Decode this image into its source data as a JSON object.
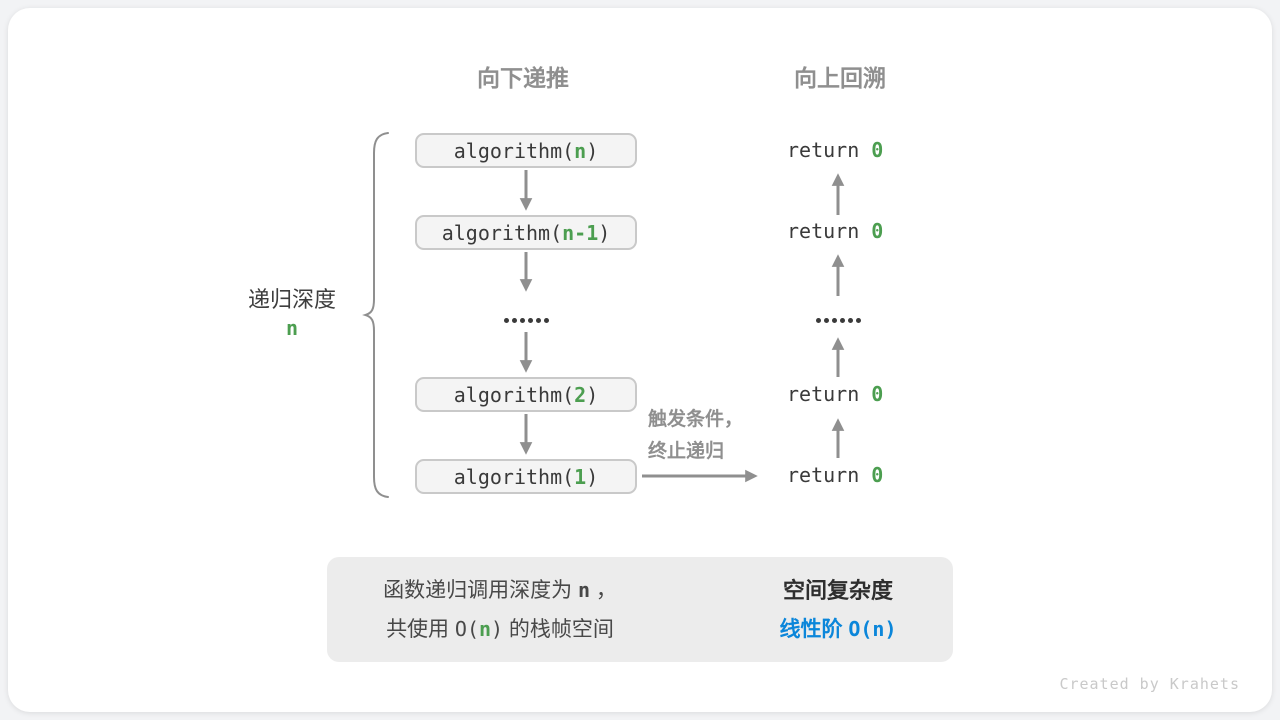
{
  "colors": {
    "accent_green": "#4c9e50",
    "accent_blue": "#0b86da",
    "gray_label": "#8f8f8f",
    "code_text": "#3a3a3a",
    "box_fill": "#f4f4f4",
    "box_border": "#c9c9c9",
    "panel_fill": "#ececec"
  },
  "headers": {
    "recurse_down": "向下递推",
    "backtrack_up": "向上回溯"
  },
  "depth": {
    "label": "递归深度",
    "value": "n"
  },
  "stack": {
    "rows": [
      {
        "pre": "algorithm(",
        "arg": "n",
        "post": ")"
      },
      {
        "pre": "algorithm(",
        "arg": "n-1",
        "post": ")"
      },
      {
        "pre": "algorithm(",
        "arg": "2",
        "post": ")"
      },
      {
        "pre": "algorithm(",
        "arg": "1",
        "post": ")"
      }
    ],
    "ellipsis": "······"
  },
  "returns": {
    "rows": [
      {
        "pre": "return ",
        "val": "0"
      },
      {
        "pre": "return ",
        "val": "0"
      },
      {
        "pre": "return ",
        "val": "0"
      },
      {
        "pre": "return ",
        "val": "0"
      }
    ],
    "ellipsis": "······"
  },
  "base_case": {
    "line1": "触发条件，",
    "line2": "终止递归"
  },
  "summary": {
    "premise": {
      "l1_pre": "函数递归调用深度为 ",
      "l1_var": "n",
      "l1_post": " ，",
      "l2_pre": "共使用 ",
      "l2_code_pre": "O(",
      "l2_var": "n",
      "l2_code_post": ")",
      "l2_post": " 的栈帧空间"
    },
    "conclusion": {
      "title": "空间复杂度",
      "zh": "线性阶 ",
      "code": "O(n)"
    }
  },
  "watermark": "Created by Krahets"
}
